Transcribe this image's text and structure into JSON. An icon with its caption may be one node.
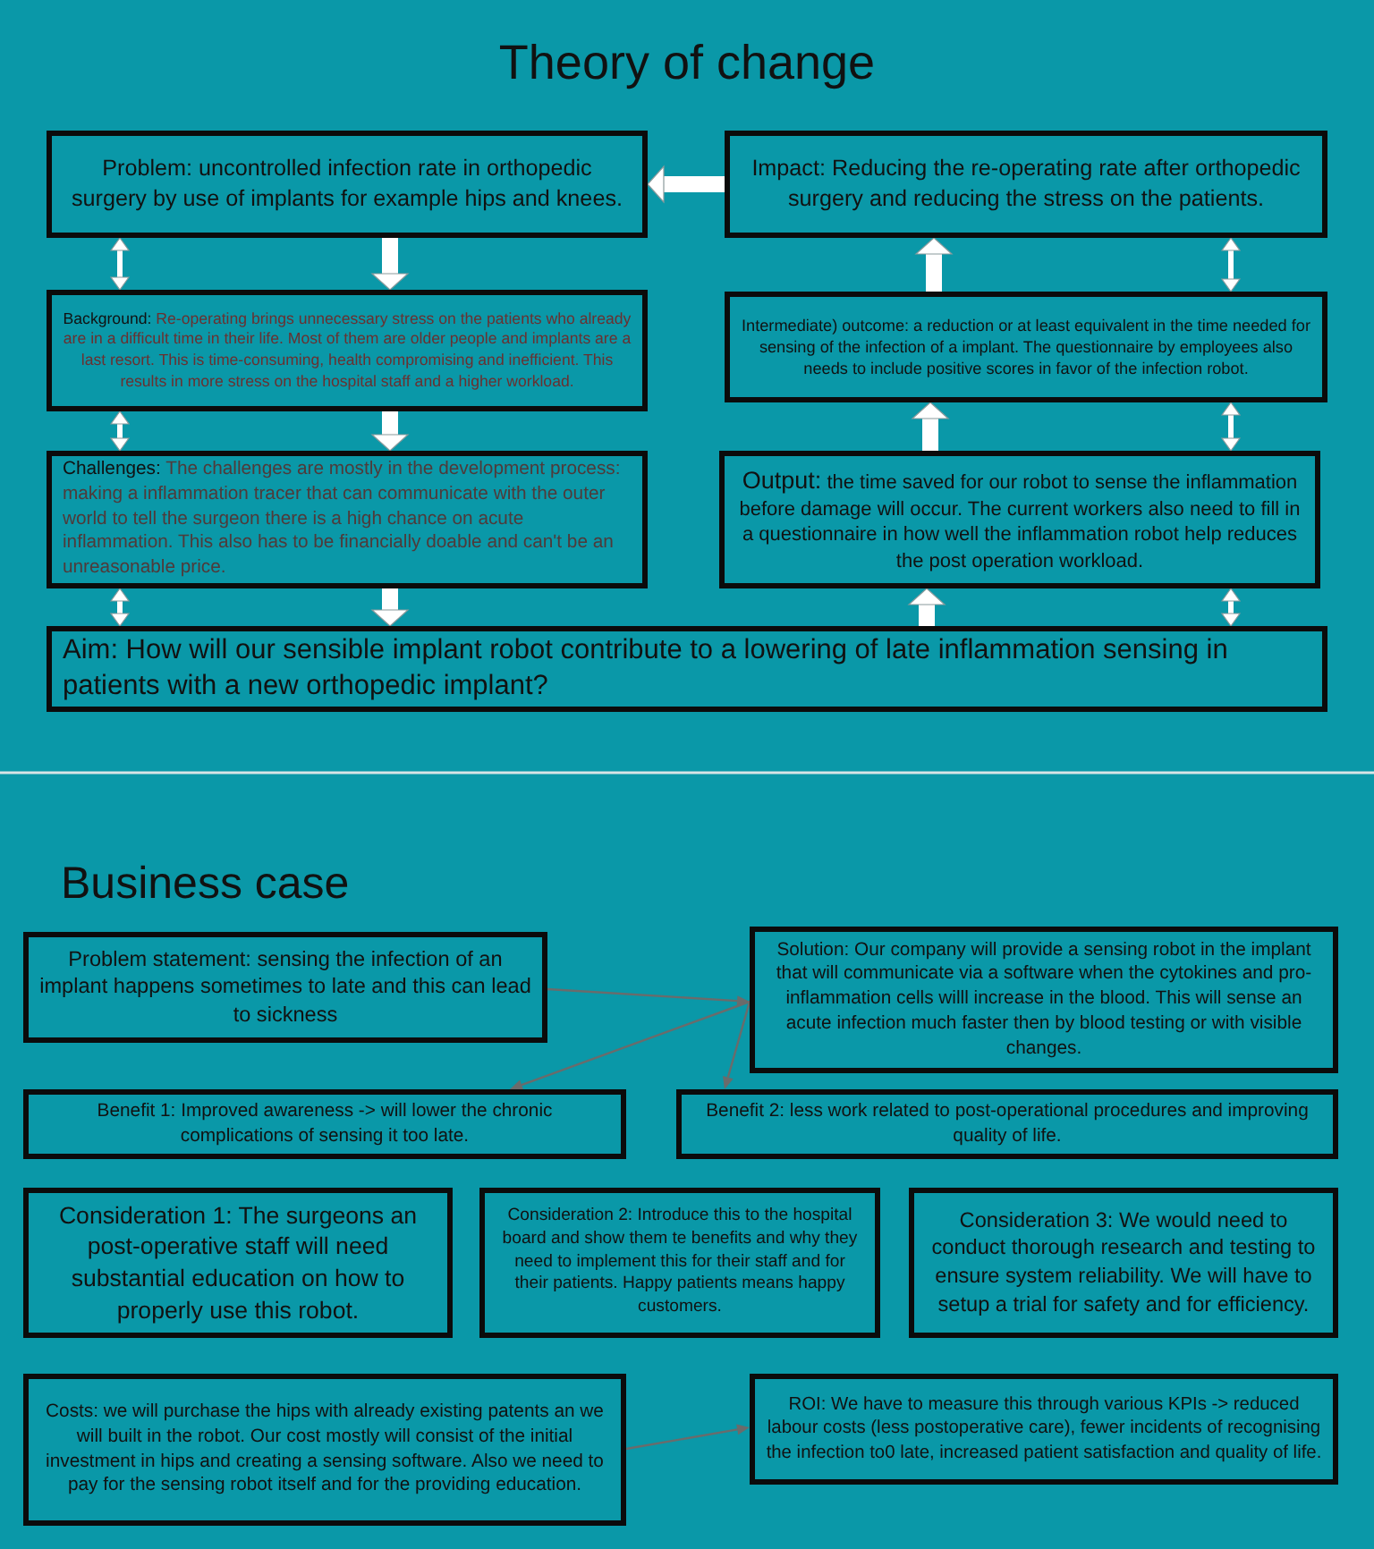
{
  "diagram": {
    "title": "Theory of change",
    "nodes": [
      {
        "text": [
          "Problem: uncontrolled infection rate in orthopedic surgery by use of implants for example hips and knees."
        ]
      },
      {
        "text": [
          "Impact: Reducing the re-operating rate after orthopedic surgery and reducing the stress on the patients."
        ]
      },
      {
        "text": [
          "Background:",
          "Re-operating brings unnecessary stress on the patients who already are in a difficult time in their life. Most of them are older people and implants are a last resort. This is time-consuming, health compromising and inefficient. This results in more stress on the hospital staff and a higher workload."
        ]
      },
      {
        "text": [
          "Intermediate) outcome: a reduction or at least equivalent in the time needed for sensing of the infection of a implant. The questionnaire  by employees also needs to include positive scores in favor of the infection robot."
        ]
      },
      {
        "text": [
          "Challenges:",
          "The challenges are mostly in the development process: making a inflammation tracer that can communicate with the outer world to tell the surgeon there is a high chance on acute inflammation. This also has to be financially doable and can't be an unreasonable price."
        ]
      },
      {
        "text": [
          "Output:",
          "the time saved for our robot to sense the inflammation before damage will occur. The current workers also need to fill in a questionnaire in how well the inflammation robot help reduces the post operation workload."
        ]
      },
      {
        "text": [
          "Aim: How will our sensible implant robot contribute to a lowering of late inflammation sensing in patients with a new orthopedic implant?"
        ]
      },
      {
        "text": [
          "Problem statement: sensing the infection of an implant happens sometimes to late and this can lead to sickness"
        ]
      },
      {
        "text": [
          "Solution: Our company will provide a sensing robot in the implant that will communicate via a software when the cytokines and pro-inflammation cells willl increase in the blood. This will sense an acute infection much faster then by blood testing or with visible changes."
        ]
      },
      {
        "text": [
          "Benefit 1: Improved awareness -> will lower the chronic complications of sensing it too late."
        ]
      },
      {
        "text": [
          "Benefit 2: less work related to post-operational procedures and improving quality of life."
        ]
      },
      {
        "text": [
          "Consideration 1: The surgeons an post-operative staff will need substantial education on how to properly use this robot."
        ]
      },
      {
        "text": [
          "Consideration 2: Introduce this to the hospital board and show them te benefits and why they need to implement this for their staff and for their patients. Happy patients means happy customers."
        ]
      },
      {
        "text": [
          "Consideration 3: We would need to conduct thorough research and testing to ensure system reliability. We will have to setup a trial for safety and for efficiency."
        ]
      },
      {
        "text": [
          "Costs: we will purchase the hips with already existing patents an we will built in the robot. Our cost mostly will consist of the initial investment in hips and creating a sensing software. Also we need to pay for the sensing robot itself and for the providing education."
        ]
      },
      {
        "text": [
          "ROI: We have to measure this through various KPIs -> reduced labour costs (less postoperative care), fewer incidents of recognising the infection to0 late, increased patient satisfaction and quality of life."
        ]
      }
    ],
    "edges": [
      {
        "from": 1,
        "to": 0,
        "arrow": "to",
        "style": "thick"
      },
      {
        "from": 0,
        "to": 2,
        "arrow": "both"
      },
      {
        "from": 0,
        "to": 2,
        "arrow": "to",
        "style": "thick"
      },
      {
        "from": 2,
        "to": 4,
        "arrow": "both"
      },
      {
        "from": 2,
        "to": 4,
        "arrow": "to",
        "style": "thick"
      },
      {
        "from": 4,
        "to": 6,
        "arrow": "both"
      },
      {
        "from": 4,
        "to": 6,
        "arrow": "to",
        "style": "thick"
      },
      {
        "from": 6,
        "to": 5,
        "arrow": "to",
        "style": "thick"
      },
      {
        "from": 6,
        "to": 5,
        "arrow": "both"
      },
      {
        "from": 5,
        "to": 3,
        "arrow": "to",
        "style": "thick"
      },
      {
        "from": 5,
        "to": 3,
        "arrow": "both"
      },
      {
        "from": 3,
        "to": 1,
        "arrow": "to",
        "style": "thick"
      },
      {
        "from": 3,
        "to": 1,
        "arrow": "both"
      },
      {
        "from": 7,
        "to": 8,
        "arrow": "to",
        "color": "#6b6b6b"
      },
      {
        "from": 8,
        "to": 9,
        "arrow": "to",
        "color": "#6b6b6b"
      },
      {
        "from": 8,
        "to": 10,
        "arrow": "to",
        "color": "#6b6b6b"
      },
      {
        "from": 14,
        "to": 15,
        "arrow": "to",
        "color": "#6b6b6b"
      }
    ],
    "labels": [
      "Business case"
    ]
  }
}
